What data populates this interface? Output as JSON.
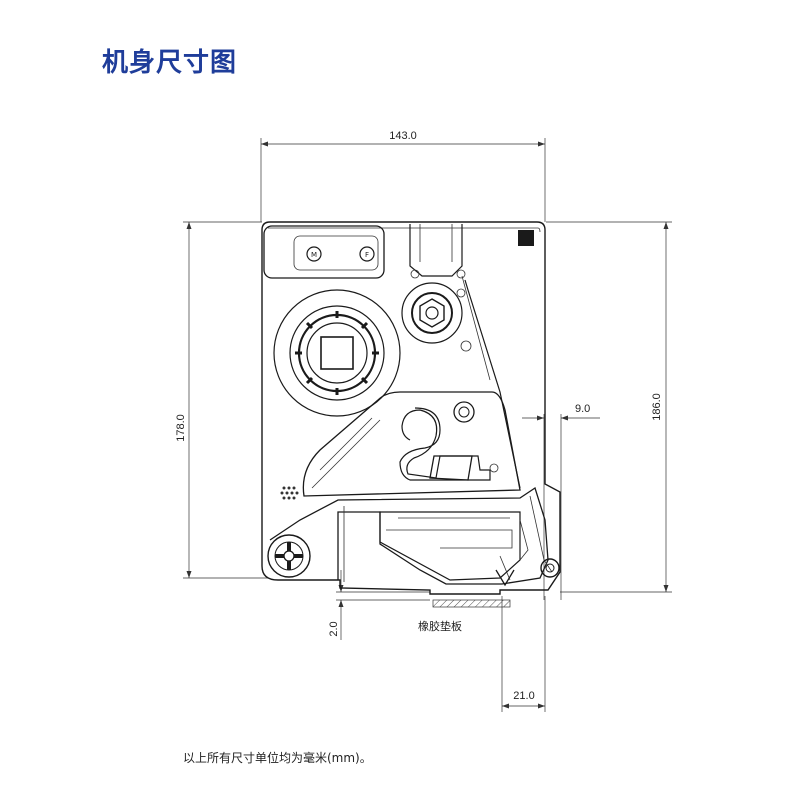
{
  "page": {
    "title": "机身尺寸图"
  },
  "dimensions": {
    "width_top": "143.0",
    "height_left": "178.0",
    "height_right": "186.0",
    "offset_right": "9.0",
    "gap_bottom": "2.0",
    "width_bottom": "21.0"
  },
  "labels": {
    "rubber_pad": "橡胶垫板"
  },
  "footnote": "以上所有尺寸单位均为毫米(mm)。",
  "colors": {
    "title": "#1f3d9a",
    "line": "#1a1a1a",
    "hatch": "#555555"
  }
}
